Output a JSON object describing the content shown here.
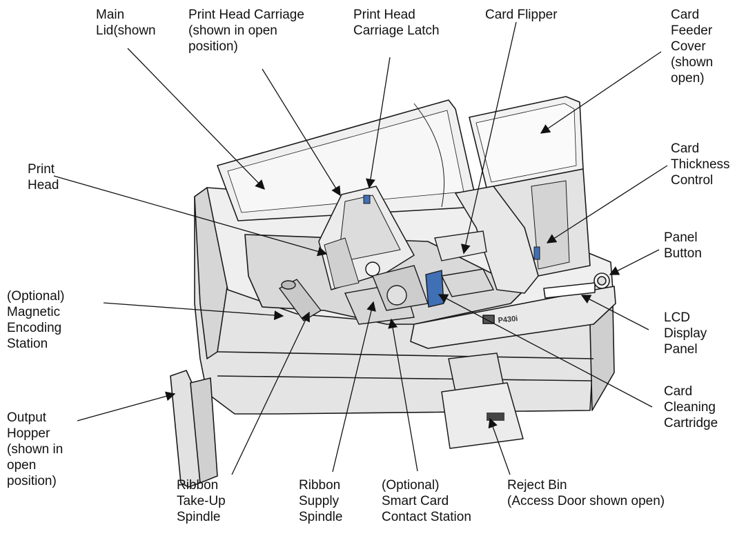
{
  "labels": {
    "main_lid": "Main\nLid(shown",
    "print_head_carriage": "Print Head Carriage\n(shown in open\nposition)",
    "print_head_carriage_latch": "Print Head\nCarriage Latch",
    "card_flipper": "Card Flipper",
    "card_feeder_cover": "Card\nFeeder\nCover\n(shown\nopen)",
    "print_head": "Print\nHead",
    "card_thickness_control": "Card\nThickness\nControl",
    "panel_button": "Panel\nButton",
    "magnetic_encoding_station": "(Optional)\nMagnetic\nEncoding\nStation",
    "lcd_display_panel": "LCD\nDisplay\nPanel",
    "card_cleaning_cartridge": "Card\nCleaning\nCartridge",
    "output_hopper": "Output\nHopper\n(shown in\nopen\nposition)",
    "ribbon_take_up_spindle": "Ribbon\nTake-Up\nSpindle",
    "ribbon_supply_spindle": "Ribbon\nSupply\nSpindle",
    "smart_card_contact_station": "(Optional)\nSmart Card\nContact Station",
    "reject_bin": "Reject Bin\n(Access Door shown open)"
  },
  "printer_markings": {
    "model": "P430i"
  },
  "colors": {
    "line": "#1a1a1a",
    "body": "#e6e6e6",
    "body_dark": "#c8c8c8",
    "accent_blue": "#3f6fb4"
  }
}
